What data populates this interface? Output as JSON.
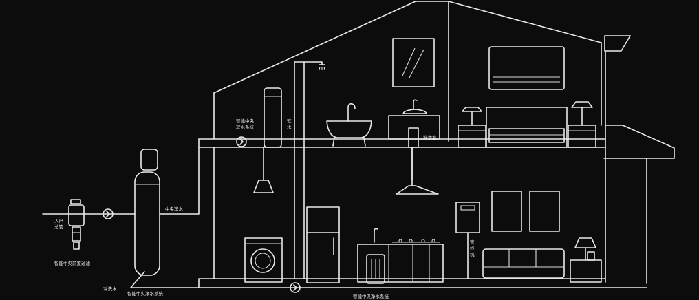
{
  "labels": {
    "inlet": [
      "入户",
      "总管"
    ],
    "pre_filter": "智能中央前置过滤",
    "backwash": "冲洗水",
    "central_system": "智能中央净水系统",
    "central_water": "中央净水",
    "softener": [
      "智能中央",
      "软水系统"
    ],
    "soft_water": [
      "软",
      "水"
    ],
    "washbasin_note": "洗漱室",
    "pipeline_machine": [
      "管",
      "线",
      "机"
    ],
    "bottom_system": "智能中央净水系统"
  },
  "colors": {
    "background": "#0c0c0c",
    "line": "#e9e9e9"
  },
  "icons": [
    "flow-arrow-icon",
    "filter-icon",
    "tank-icon",
    "softener-icon",
    "shower-icon",
    "bathtub-icon",
    "sink-icon",
    "lamp-icon",
    "bed-icon",
    "air-conditioner-icon",
    "washing-machine-icon",
    "fridge-icon",
    "faucet-icon",
    "stove-icon",
    "range-hood-icon",
    "water-heater-icon",
    "sofa-icon"
  ]
}
